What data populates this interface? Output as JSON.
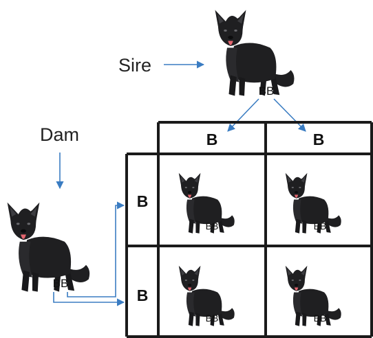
{
  "cross": {
    "sire_label": "Sire",
    "dam_label": "Dam",
    "sire_genotype": "BB",
    "dam_genotype": "BB"
  },
  "punnett": {
    "column_alleles": [
      "B",
      "B"
    ],
    "row_alleles": [
      "B",
      "B"
    ],
    "offspring_genotypes": [
      [
        "BB",
        "BB"
      ],
      [
        "BB",
        "BB"
      ]
    ]
  },
  "colors": {
    "arrow": "#3a7cc2",
    "grid": "#1a1a1a",
    "dog_coat": "#1f1f21",
    "tongue": "#e4666f"
  },
  "icons": {
    "dog": "black-dog-icon"
  }
}
